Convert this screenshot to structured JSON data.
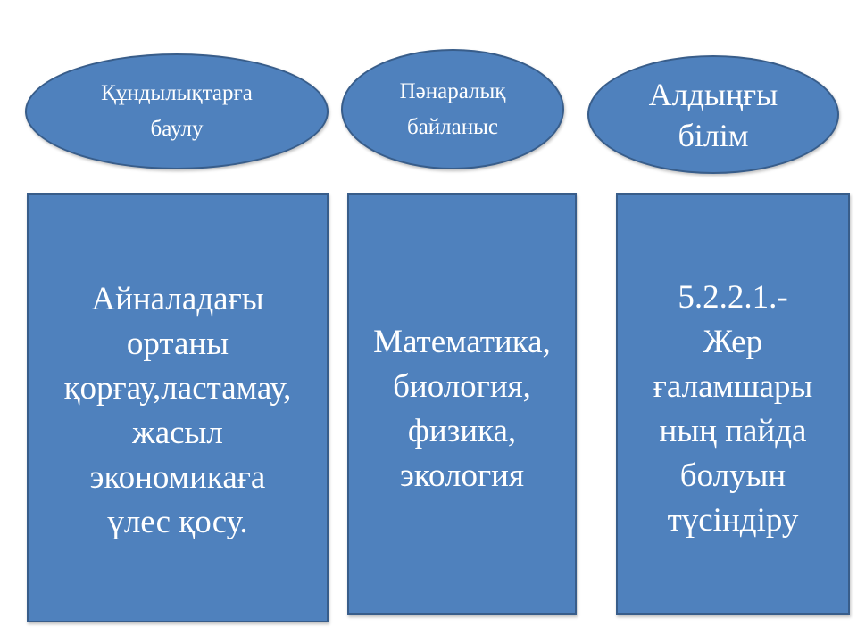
{
  "ovals": [
    {
      "lines": [
        "Құндылықтарға",
        "баулу"
      ]
    },
    {
      "lines": [
        "Пәнаралық",
        "байланыс"
      ]
    },
    {
      "lines": [
        "Алдыңғы",
        "білім"
      ]
    }
  ],
  "boxes": [
    {
      "lines": [
        "Айналадағы",
        "ортаны",
        "қорғау,ластамау,",
        "жасыл",
        "экономикаға",
        "үлес қосу."
      ]
    },
    {
      "lines": [
        "Математика,",
        "биология,",
        "физика,",
        "экология"
      ]
    },
    {
      "lines": [
        "5.2.2.1.-",
        "Жер",
        "ғаламшары",
        "ның пайда",
        "болуын",
        "түсіндіру"
      ]
    }
  ],
  "colors": {
    "fill": "#4F81BD",
    "border": "#385D8A"
  }
}
